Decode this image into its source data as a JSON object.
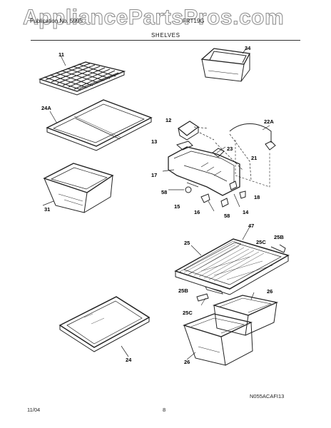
{
  "watermark": "AppliancePartsPros.com",
  "header": {
    "left": "Publication No. 5995",
    "model": "FRT19G",
    "title": "SHELVES"
  },
  "callouts": {
    "c11": "11",
    "c34": "34",
    "c24A": "24A",
    "c12": "12",
    "c22A": "22A",
    "c13": "13",
    "c23": "23",
    "c21": "21",
    "c17": "17",
    "c58a": "58",
    "c18": "18",
    "c15": "15",
    "c16": "16",
    "c58b": "58",
    "c14": "14",
    "c31": "31",
    "c47": "47",
    "c25": "25",
    "c25C": "25C",
    "c25B": "25B",
    "c25Bb": "25B",
    "c25Cb": "25C",
    "c26a": "26",
    "c26b": "26",
    "c24": "24"
  },
  "illustration_code": "N055ACAFI13",
  "footer": {
    "date": "11/04",
    "page": "8"
  }
}
